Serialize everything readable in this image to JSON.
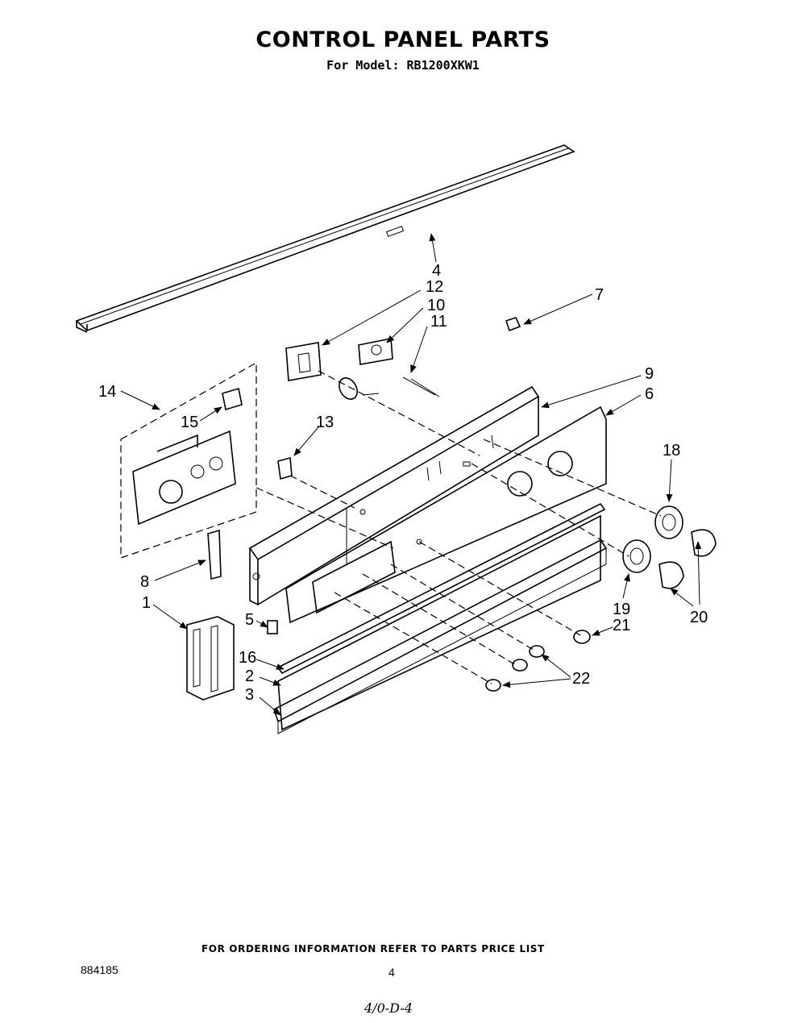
{
  "header": {
    "title": "CONTROL PANEL PARTS",
    "subtitle": "For Model: RB1200XKW1"
  },
  "callouts": {
    "c1": "1",
    "c2": "2",
    "c3": "3",
    "c4": "4",
    "c5": "5",
    "c6": "6",
    "c7": "7",
    "c8": "8",
    "c9": "9",
    "c10": "10",
    "c11": "11",
    "c12": "12",
    "c13": "13",
    "c14": "14",
    "c15": "15",
    "c16": "16",
    "c18": "18",
    "c19": "19",
    "c20": "20",
    "c21": "21",
    "c22": "22"
  },
  "footer": {
    "ordering_note": "FOR ORDERING INFORMATION REFER TO PARTS PRICE LIST",
    "document_number": "884185",
    "page_number": "4",
    "handwritten_note": "4/0-D-4"
  }
}
